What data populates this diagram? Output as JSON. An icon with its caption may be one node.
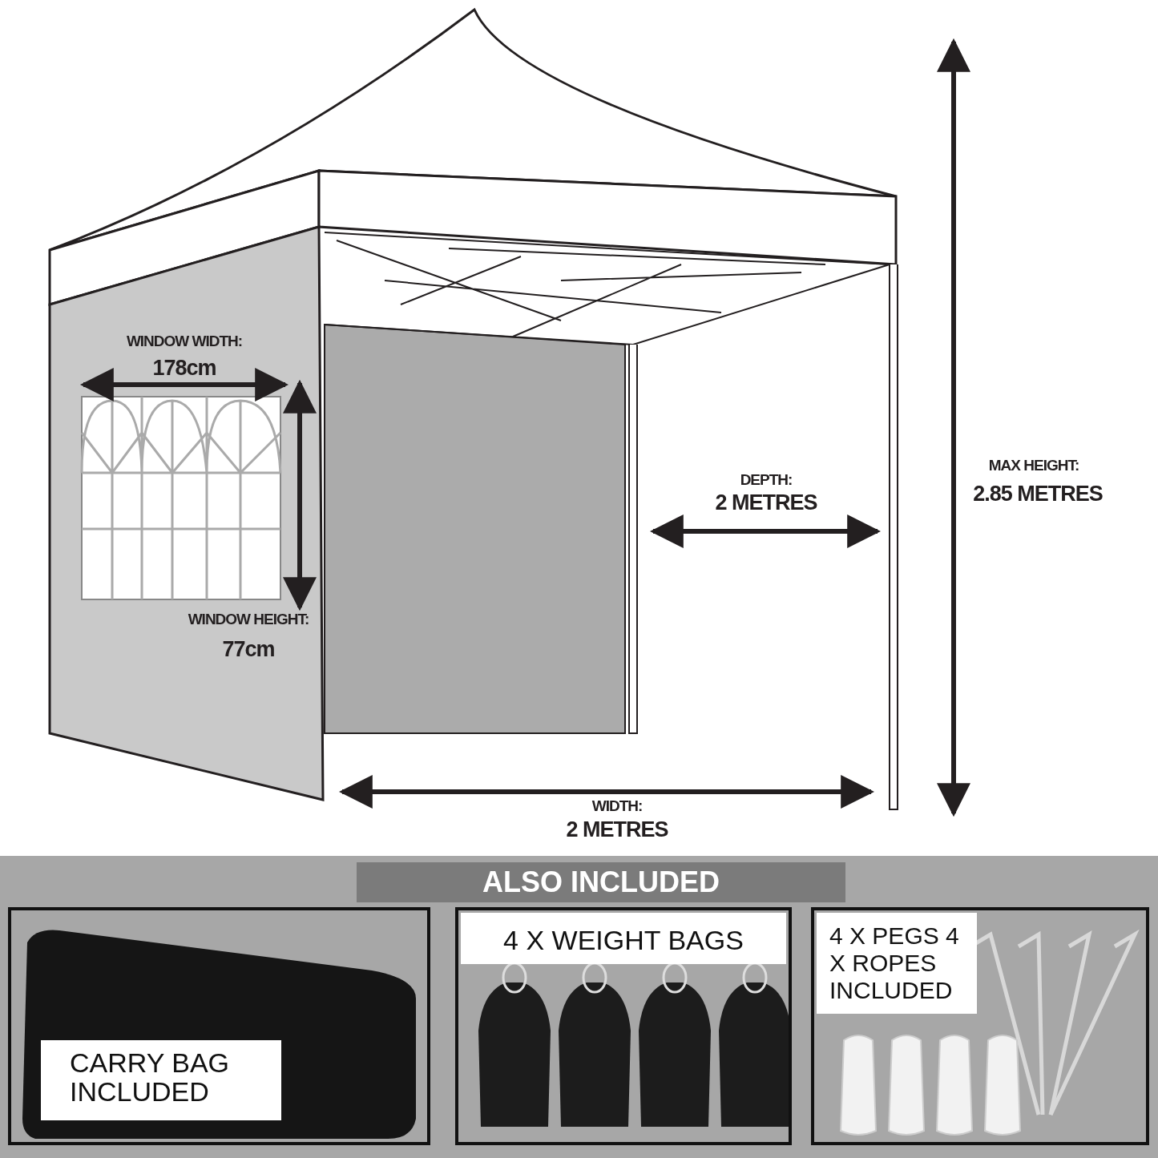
{
  "diagram": {
    "nodes": [
      {
        "text": [
          "ALSO INCLUDED"
        ]
      },
      {
        "text": [
          "CARRY BAG INCLUDED"
        ],
        "in": 0
      },
      {
        "text": [
          "4 X WEIGHT BAGS"
        ],
        "in": 0
      },
      {
        "text": [
          "4 X PEGS 4 X ROPES INCLUDED"
        ],
        "in": 0
      }
    ],
    "edges": [],
    "labels": [
      "WINDOW WIDTH:",
      "178cm",
      "MAX HEIGHT:",
      "2.85 METRES",
      "DEPTH:",
      "2 METRES",
      "WINDOW HEIGHT:",
      "77cm",
      "WIDTH:",
      "2 METRES"
    ]
  }
}
